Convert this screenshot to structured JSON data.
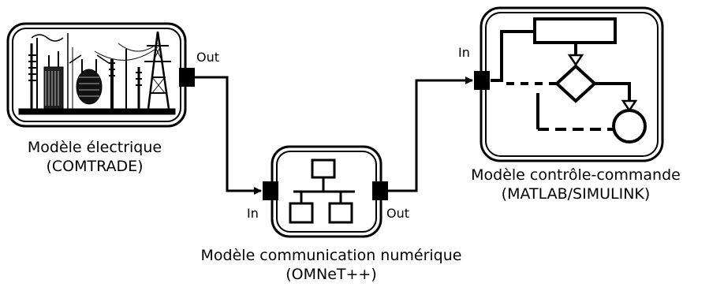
{
  "blocks": {
    "electrical": {
      "name_line1": "Modèle électrique",
      "name_line2": "(COMTRADE)",
      "port_out": "Out",
      "icon": "electrical-substation-icon"
    },
    "network": {
      "name_line1": "Modèle communication numérique",
      "name_line2": "(OMNeT++)",
      "port_in": "In",
      "port_out": "Out",
      "icon": "network-topology-icon"
    },
    "control": {
      "name_line1": "Modèle contrôle-commande",
      "name_line2": "(MATLAB/SIMULINK)",
      "port_in": "In",
      "icon": "flowchart-icon"
    }
  },
  "connections": [
    {
      "from": "electrical.out",
      "to": "network.in"
    },
    {
      "from": "network.out",
      "to": "control.in"
    }
  ]
}
